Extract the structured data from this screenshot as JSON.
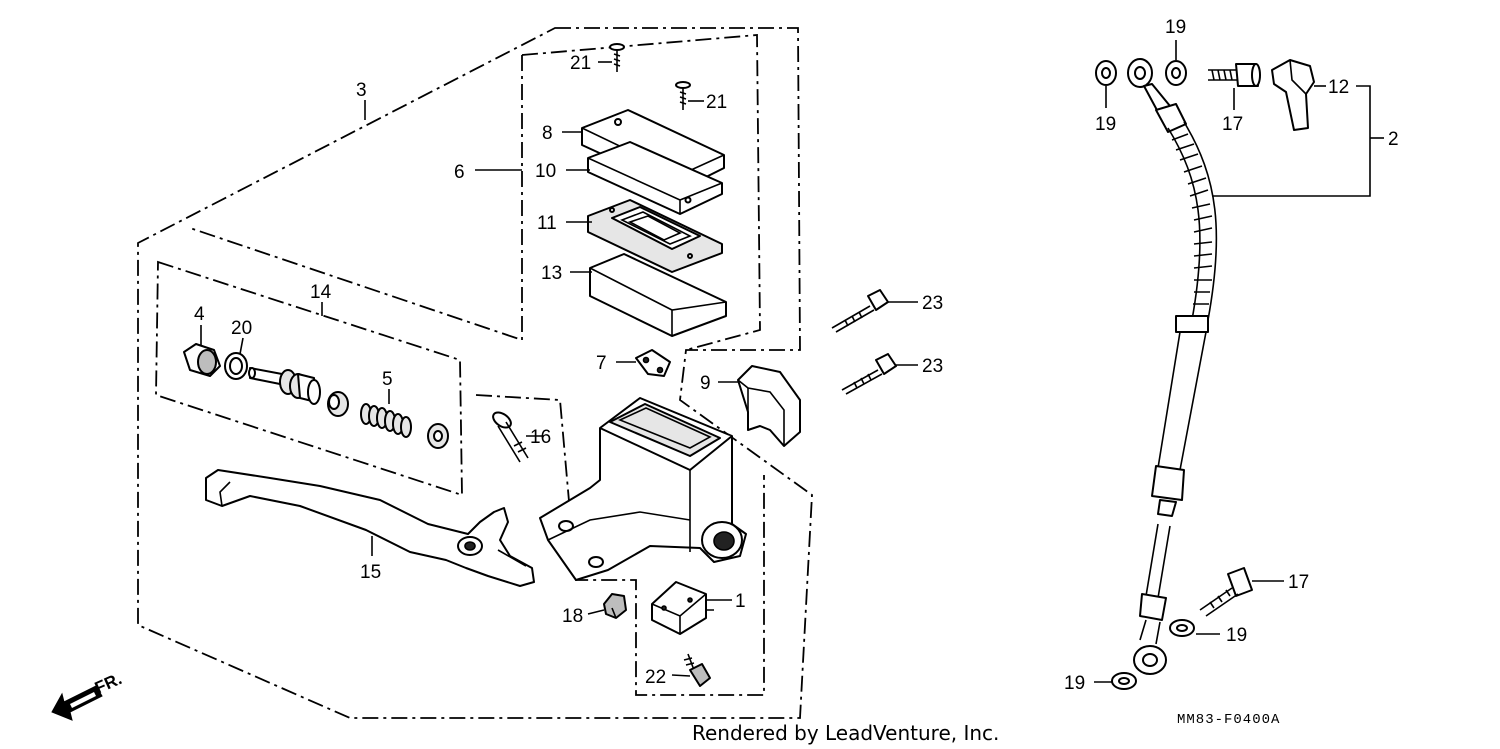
{
  "diagram": {
    "callouts": {
      "c1": "1",
      "c2": "2",
      "c3": "3",
      "c4": "4",
      "c5": "5",
      "c6": "6",
      "c7": "7",
      "c8": "8",
      "c9": "9",
      "c10": "10",
      "c11": "11",
      "c12": "12",
      "c13": "13",
      "c14": "14",
      "c15": "15",
      "c16": "16",
      "c17a": "17",
      "c17b": "17",
      "c18": "18",
      "c19a": "19",
      "c19b": "19",
      "c19c": "19",
      "c19d": "19",
      "c20": "20",
      "c21a": "21",
      "c21b": "21",
      "c22": "22",
      "c23a": "23",
      "c23b": "23"
    },
    "direction_label": "FR.",
    "reference_code": "MM83-F0400A",
    "credit": "Rendered by LeadVenture, Inc."
  }
}
